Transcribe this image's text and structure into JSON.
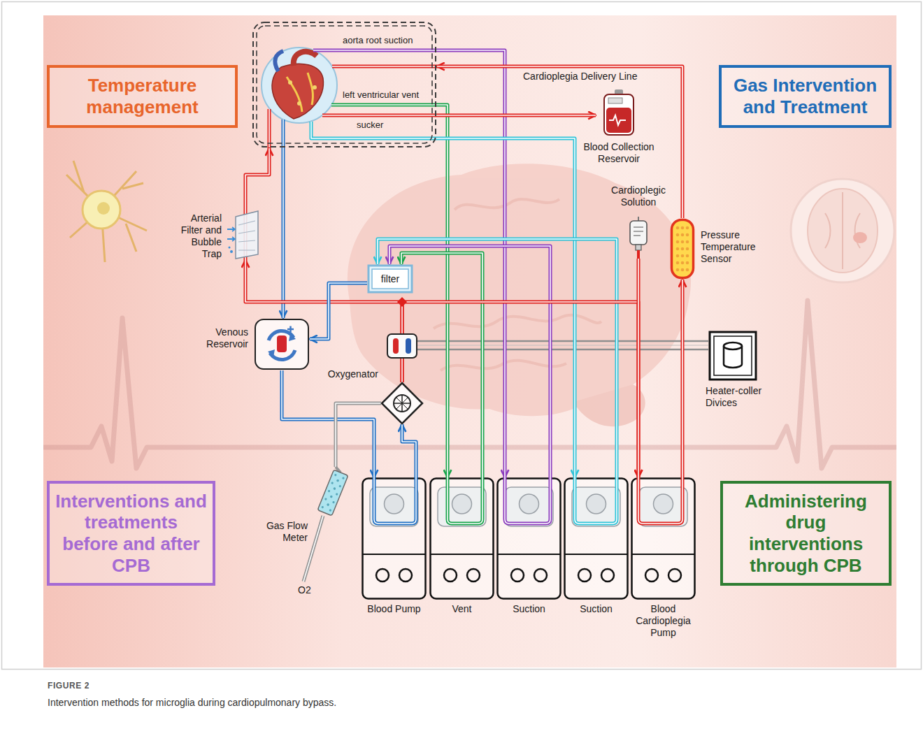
{
  "diagram": {
    "caption": "Intervention methods for microglia during cardiopulmonary bypass.",
    "nodes": [
      {
        "text": [
          "Temperature management"
        ]
      },
      {
        "text": [
          "aorta root suction",
          "left ventricular vent",
          "sucker"
        ]
      },
      {
        "text": [
          "Gas Intervention and Treatment"
        ]
      },
      {
        "text": [
          "Blood Collection Reservoir"
        ]
      },
      {
        "text": [
          "Cardioplegic Solution"
        ]
      },
      {
        "text": [
          "Pressure Temperature Sensor"
        ]
      },
      {
        "text": [
          "Arterial Filter and Bubble Trap"
        ]
      },
      {
        "text": [
          "filter"
        ]
      },
      {
        "text": [
          "Venous Reservoir"
        ]
      },
      {
        "text": [
          "Heater-coller Divices"
        ]
      },
      {
        "text": [
          "Oxygenator"
        ]
      },
      {
        "text": [
          "Gas Flow Meter"
        ]
      },
      {
        "text": [
          "Interventions and treatments before and after CPB"
        ]
      },
      {
        "text": [
          "Blood Pump"
        ]
      },
      {
        "text": [
          "Vent"
        ]
      },
      {
        "text": [
          "Suction"
        ]
      },
      {
        "text": [
          "Suction"
        ]
      },
      {
        "text": [
          "Blood Cardioplegia Pump"
        ]
      },
      {
        "text": [
          "Administering drug interventions through CPB"
        ]
      }
    ],
    "edges": [
      {
        "from": 1,
        "to": 8,
        "arrow": "to"
      },
      {
        "from": 8,
        "to": 13,
        "arrow": "to"
      },
      {
        "from": 13,
        "to": 10,
        "arrow": "to"
      },
      {
        "from": 10,
        "to": 6,
        "arrow": "to"
      },
      {
        "from": 6,
        "to": 1,
        "arrow": "to"
      },
      {
        "from": 1,
        "to": 14,
        "arrow": "to"
      },
      {
        "from": 14,
        "to": 7,
        "arrow": "to"
      },
      {
        "from": 1,
        "to": 15,
        "arrow": "to"
      },
      {
        "from": 15,
        "to": 7,
        "arrow": "to"
      },
      {
        "from": 1,
        "to": 16,
        "arrow": "to"
      },
      {
        "from": 16,
        "to": 7,
        "arrow": "to"
      },
      {
        "from": 7,
        "to": 8,
        "arrow": "to"
      },
      {
        "from": 10,
        "to": 17,
        "arrow": "to"
      },
      {
        "from": 4,
        "to": 17,
        "arrow": "to"
      },
      {
        "from": 17,
        "to": 5,
        "arrow": "to"
      },
      {
        "from": 5,
        "to": 1,
        "label": "Cardioplegia Delivery Line",
        "arrow": "to"
      },
      {
        "from": 1,
        "to": 3,
        "arrow": "to"
      },
      {
        "from": 11,
        "to": 10,
        "arrow": "none"
      }
    ],
    "labels": [
      "O2",
      "FIGURE 2"
    ]
  }
}
